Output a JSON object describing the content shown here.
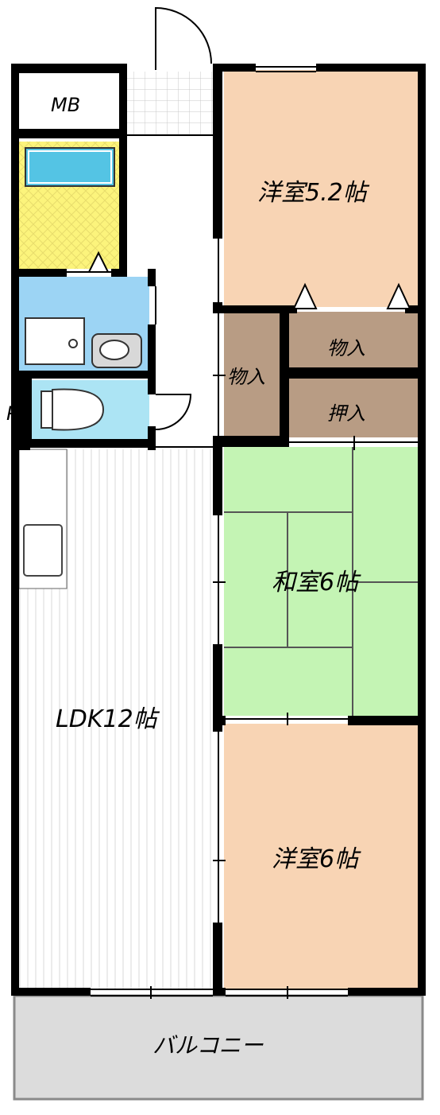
{
  "rooms": {
    "mb": "MB",
    "ps": "PS",
    "western_room_1": "洋室5.2帖",
    "storage_1": "物入",
    "storage_2": "物入",
    "closet": "押入",
    "japanese_room": "和室6帖",
    "ldk": "LDK12帖",
    "western_room_2": "洋室6帖",
    "balcony": "バルコニー"
  },
  "colors": {
    "western_room": "#f8d4b4",
    "japanese_room": "#c4f4b4",
    "storage": "#b89c84",
    "bath_yellow": "#fcf47c",
    "bathtub": "#54c4e4",
    "washroom": "#9cd4f4",
    "toilet": "#ace4f4",
    "balcony": "#dcdcdc",
    "wall": "#000000"
  }
}
